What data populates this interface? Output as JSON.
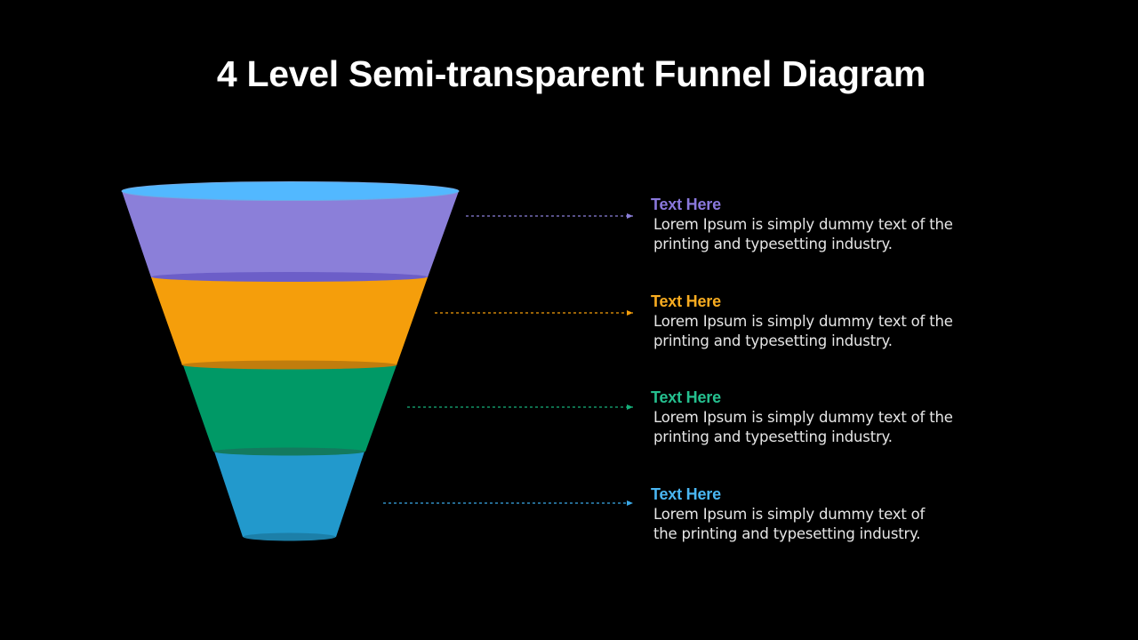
{
  "title": "4 Level Semi-transparent Funnel Diagram",
  "levels": [
    {
      "heading": "Text Here",
      "body_line1": "Lorem Ipsum is simply dummy text of the",
      "body_line2": "printing and typesetting industry.",
      "color": "#8b7fd9",
      "heading_color": "#8a78dc"
    },
    {
      "heading": "Text Here",
      "body_line1": "Lorem Ipsum is simply dummy text of the",
      "body_line2": "printing and typesetting industry.",
      "color": "#f59e0b",
      "heading_color": "#f8ac20"
    },
    {
      "heading": "Text Here",
      "body_line1": "Lorem Ipsum is simply dummy text of the",
      "body_line2": "printing and typesetting industry.",
      "color": "#009966",
      "heading_color": "#25c08f"
    },
    {
      "heading": "Text Here",
      "body_line1": "Lorem Ipsum is simply dummy text of",
      "body_line2": "the printing and typesetting industry.",
      "color": "#2299cc",
      "heading_color": "#4ab6f2"
    }
  ],
  "colors": {
    "background": "#000000",
    "title": "#ffffff",
    "funnel_rim": "#52b8ff",
    "body_text": "#e6e6e6"
  }
}
